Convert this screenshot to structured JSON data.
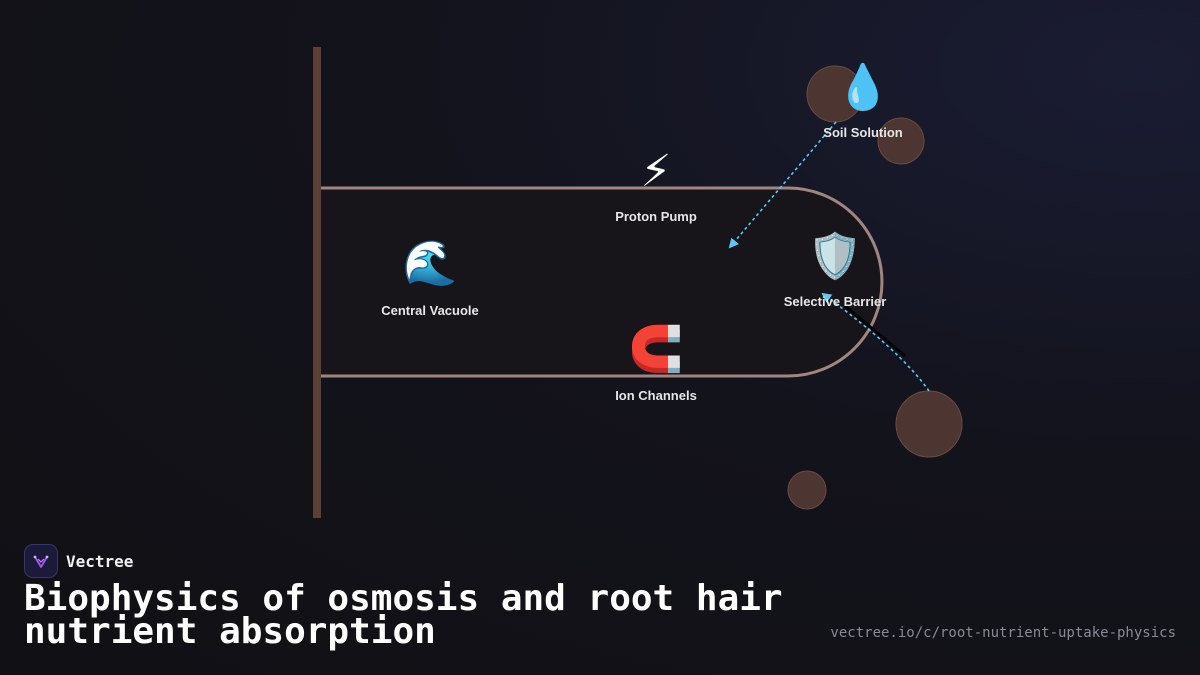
{
  "brand": {
    "name": "Vectree",
    "logo_icon": "vectree-logo-icon",
    "accent": "#a855f7"
  },
  "title": "Biophysics of osmosis and root hair nutrient absorption",
  "url": "vectree.io/c/root-nutrient-uptake-physics",
  "colors": {
    "cell_wall": "#5c3f35",
    "membrane": "#a08580",
    "cell_fill": "#17141a",
    "particle": "#4d3632",
    "arrow": "#5cc8f5"
  },
  "nodes": {
    "soil_solution": {
      "label": "Soil Solution",
      "icon": "droplet-icon",
      "glyph": "💧"
    },
    "proton_pump": {
      "label": "Proton Pump",
      "icon": "lightning-icon",
      "glyph": "⚡"
    },
    "central_vacuole": {
      "label": "Central Vacuole",
      "icon": "wave-icon",
      "glyph": "🌊"
    },
    "selective_barrier": {
      "label": "Selective Barrier",
      "icon": "shield-icon",
      "glyph": "🛡️"
    },
    "ion_channels": {
      "label": "Ion Channels",
      "icon": "magnet-icon",
      "glyph": "🧲"
    }
  }
}
